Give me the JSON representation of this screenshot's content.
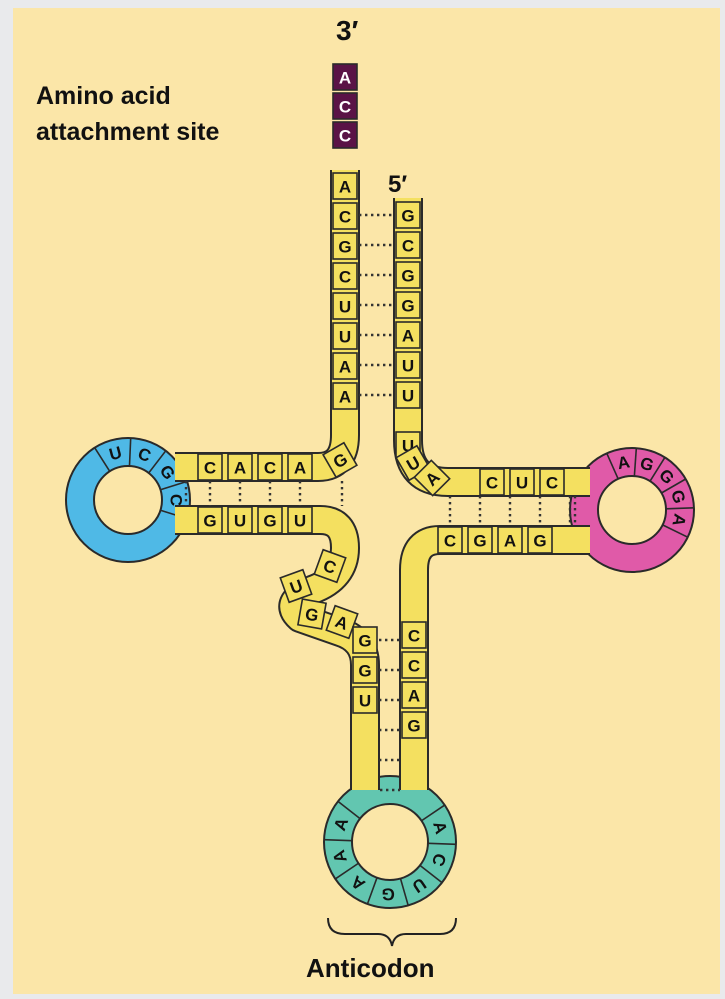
{
  "labels": {
    "three_prime": "3′",
    "five_prime": "5′",
    "attachment_line1": "Amino acid",
    "attachment_line2": "attachment site",
    "anticodon": "Anticodon"
  },
  "colors": {
    "background": "#fbe6a8",
    "stem": "#f4e060",
    "acceptor_end": "#5a1346",
    "d_loop": "#4fb9e6",
    "t_loop": "#e05aa8",
    "anticodon_loop": "#62c6b0",
    "outline": "#2a2a2a"
  },
  "acceptor_end_bases": [
    "A",
    "C",
    "C"
  ],
  "acceptor_strand_3prime": [
    "A",
    "C",
    "G",
    "C",
    "U",
    "U",
    "A",
    "A"
  ],
  "acceptor_strand_5prime": [
    "G",
    "C",
    "G",
    "G",
    "A",
    "U",
    "U"
  ],
  "junction_bases": [
    "G",
    "U",
    "U",
    "A"
  ],
  "d_stem_top": [
    "C",
    "A",
    "C",
    "A"
  ],
  "d_stem_bottom": [
    "G",
    "U",
    "G",
    "U"
  ],
  "d_loop_bases": [
    "U",
    "C",
    "G",
    "C"
  ],
  "t_stem_top": [
    "C",
    "U",
    "C"
  ],
  "t_stem_bottom": [
    "C",
    "G",
    "A",
    "G"
  ],
  "t_loop_bases": [
    "A",
    "G",
    "G",
    "G",
    "A"
  ],
  "variable_loop_bases": [
    "C",
    "U",
    "G",
    "A"
  ],
  "anticodon_stem_left": [
    "G",
    "G",
    "U"
  ],
  "anticodon_stem_right": [
    "C",
    "C",
    "A",
    "G"
  ],
  "anticodon_loop_bases": [
    "A",
    "A",
    "A",
    "G",
    "U",
    "C",
    "A"
  ]
}
